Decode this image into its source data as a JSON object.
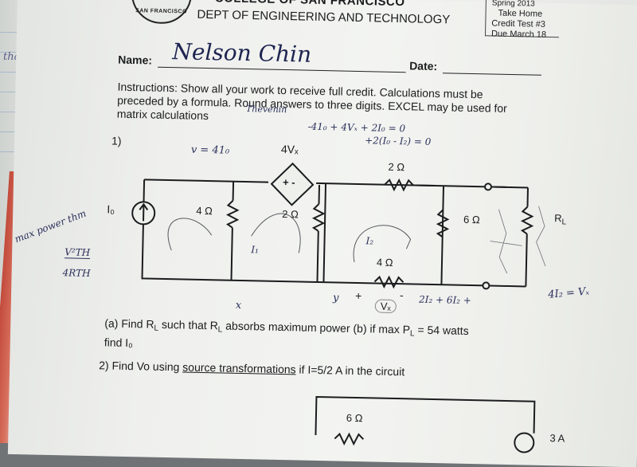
{
  "header": {
    "college_partial": "COLLEGE OF SAN FRANCISCO",
    "dept": "DEPT OF ENGINEERING AND TECHNOLOGY",
    "term_partial": "Spring 2013",
    "take_home": "Take Home",
    "credit_test": "Credit Test #3",
    "due": "Due March 18",
    "seal_text": "SAN FRANCISCO"
  },
  "form": {
    "name_label": "Name:",
    "name_value": "Nelson Chin",
    "date_label": "Date:"
  },
  "instructions": {
    "line1": "Instructions:  Show all your work to receive full credit.  Calculations must be",
    "line2": "preceded by a formula.  Round answers to three digits.  EXCEL may be used for",
    "line3": "matrix calculations"
  },
  "problem1": {
    "number": "1)",
    "source_label": "I₀",
    "r_4_left": "4 Ω",
    "r_2_mid": "2 Ω",
    "dep_source": "4Vₓ",
    "dep_symbol": "+ -",
    "r_2_top": "2 Ω",
    "r_4_bottom": "4 Ω",
    "r_6": "6 Ω",
    "rl": "R",
    "rl_sub": "L",
    "vx_plus": "+",
    "vx": "Vₓ",
    "vx_minus": "-",
    "question_a1": "(a) Find R",
    "question_a2": " such that R",
    "question_a3": " absorbs maximum power (b) if max P",
    "question_a4": " = 54 watts",
    "question_line2": "find I₀"
  },
  "problem2": {
    "number": "2)",
    "text_pre": "Find Vo using ",
    "text_underlined": "source transformations",
    "text_post": " if I=5/2 A in the circuit",
    "r_6": "6 Ω",
    "source": "3 A"
  },
  "handwriting": {
    "thevenin": "Thevenin",
    "v_eq": "v = 41₀",
    "kvl1": "-41₀ + 4Vₓ + 2I₀ = 0",
    "kvl2": "+2(I₀ - I₂) = 0",
    "max_power1": "max power thm",
    "max_power2": "V²TH",
    "max_power3": "4RTH",
    "x_mark": "x",
    "y_mark": "y",
    "two_i": "2I₂ + 6I₂ +",
    "four_i": "4I₂ = Vₓ",
    "i1": "I₁",
    "i2": "I₂",
    "margin_left": "tha"
  }
}
